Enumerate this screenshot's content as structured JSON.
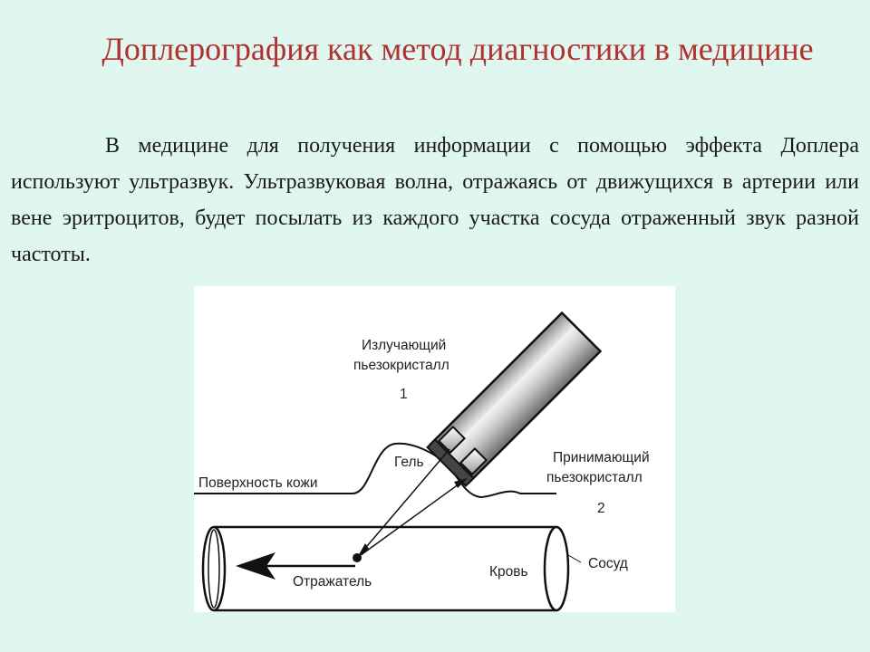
{
  "slide": {
    "title": "Доплерография как метод диагностики в медицине",
    "text": "В медицине для получения информации с помощью эффекта Доплера используют ультразвук. Ультразвуковая волна, отражаясь от движущихся в артерии или вене эритроцитов, будет посылать из каждого участка сосуда отраженный звук разной частоты."
  },
  "figure": {
    "emitter_line1": "Излучающий",
    "emitter_line2": "пьезокристалл",
    "emitter_num": "1",
    "receiver_line1": "Принимающий",
    "receiver_line2": "пьезокристалл",
    "receiver_num": "2",
    "gel": "Гель",
    "skin": "Поверхность кожи",
    "vessel": "Сосуд",
    "blood": "Кровь",
    "reflector": "Отражатель"
  }
}
